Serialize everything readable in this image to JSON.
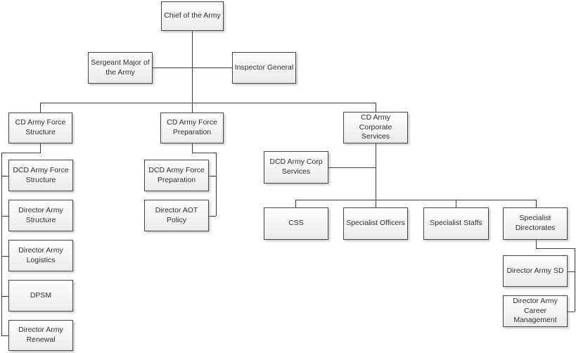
{
  "diagram": {
    "type": "org-chart",
    "root_label": "Chief of the Army"
  },
  "colors": {
    "background": "#ffffff",
    "box_border": "#474747",
    "box_fill_top": "#fdfdfd",
    "box_fill_bottom": "#ebebeb",
    "connector_line": "#3a3a3a",
    "text": "#303030"
  },
  "nodes": {
    "chief": {
      "label": "Chief of the Army"
    },
    "sergeant_major": {
      "label": "Sergeant Major of the Army"
    },
    "inspector_general": {
      "label": "Inspector General"
    },
    "cd_army_force_structure": {
      "label": "CD Army Force Structure"
    },
    "cd_army_force_preparation": {
      "label": "CD Army Force Preparation"
    },
    "cd_army_corporate_services": {
      "label": "CD Army Corporate Services"
    },
    "dcd_army_force_structure": {
      "label": "DCD Army Force Structure"
    },
    "director_army_structure": {
      "label": "Director Army Structure"
    },
    "director_army_logistics": {
      "label": "Director Army Logistics"
    },
    "dpsm": {
      "label": "DPSM"
    },
    "director_army_renewal": {
      "label": "Director Army Renewal"
    },
    "dcd_army_force_preparation": {
      "label": "DCD Army Force Preparation"
    },
    "director_aot_policy": {
      "label": "Director AOT Policy"
    },
    "dcd_army_corp_services": {
      "label": "DCD Army Corp Services"
    },
    "css": {
      "label": "CSS"
    },
    "specialist_officers": {
      "label": "Specialist Officers"
    },
    "specialist_staffs": {
      "label": "Specialist Staffs"
    },
    "specialist_directorates": {
      "label": "Specialist Directorates"
    },
    "director_army_sd": {
      "label": "Director Army SD"
    },
    "director_army_career_management": {
      "label": "Director Army Career Management"
    }
  },
  "edges": [
    {
      "from": "Chief of the Army",
      "to": "Sergeant Major of the Army"
    },
    {
      "from": "Chief of the Army",
      "to": "Inspector General"
    },
    {
      "from": "Chief of the Army",
      "to": "CD Army Force Structure"
    },
    {
      "from": "Chief of the Army",
      "to": "CD Army Force Preparation"
    },
    {
      "from": "Chief of the Army",
      "to": "CD Army Corporate Services"
    },
    {
      "from": "CD Army Force Structure",
      "to": "DCD Army Force Structure"
    },
    {
      "from": "CD Army Force Structure",
      "to": "Director Army Structure"
    },
    {
      "from": "CD Army Force Structure",
      "to": "Director Army Logistics"
    },
    {
      "from": "CD Army Force Structure",
      "to": "DPSM"
    },
    {
      "from": "CD Army Force Structure",
      "to": "Director Army Renewal"
    },
    {
      "from": "CD Army Force Preparation",
      "to": "DCD Army Force Preparation"
    },
    {
      "from": "CD Army Force Preparation",
      "to": "Director AOT Policy"
    },
    {
      "from": "CD Army Corporate Services",
      "to": "DCD Army Corp Services"
    },
    {
      "from": "CD Army Corporate Services",
      "to": "CSS"
    },
    {
      "from": "CD Army Corporate Services",
      "to": "Specialist Officers"
    },
    {
      "from": "CD Army Corporate Services",
      "to": "Specialist Staffs"
    },
    {
      "from": "CD Army Corporate Services",
      "to": "Specialist Directorates"
    },
    {
      "from": "Specialist Directorates",
      "to": "Director Army SD"
    },
    {
      "from": "Specialist Directorates",
      "to": "Director Army Career Management"
    }
  ]
}
